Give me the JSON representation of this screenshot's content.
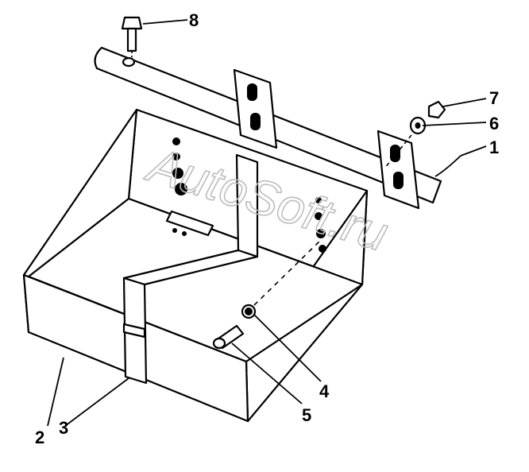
{
  "watermark": "AutoSoft.ru",
  "callouts": [
    {
      "id": "1",
      "label": "1"
    },
    {
      "id": "2",
      "label": "2"
    },
    {
      "id": "3",
      "label": "3"
    },
    {
      "id": "4",
      "label": "4"
    },
    {
      "id": "5",
      "label": "5"
    },
    {
      "id": "6",
      "label": "6"
    },
    {
      "id": "7",
      "label": "7"
    },
    {
      "id": "8",
      "label": "8"
    }
  ],
  "colors": {
    "line": "#000000",
    "background": "#ffffff",
    "watermark": "#bdbdbd"
  }
}
